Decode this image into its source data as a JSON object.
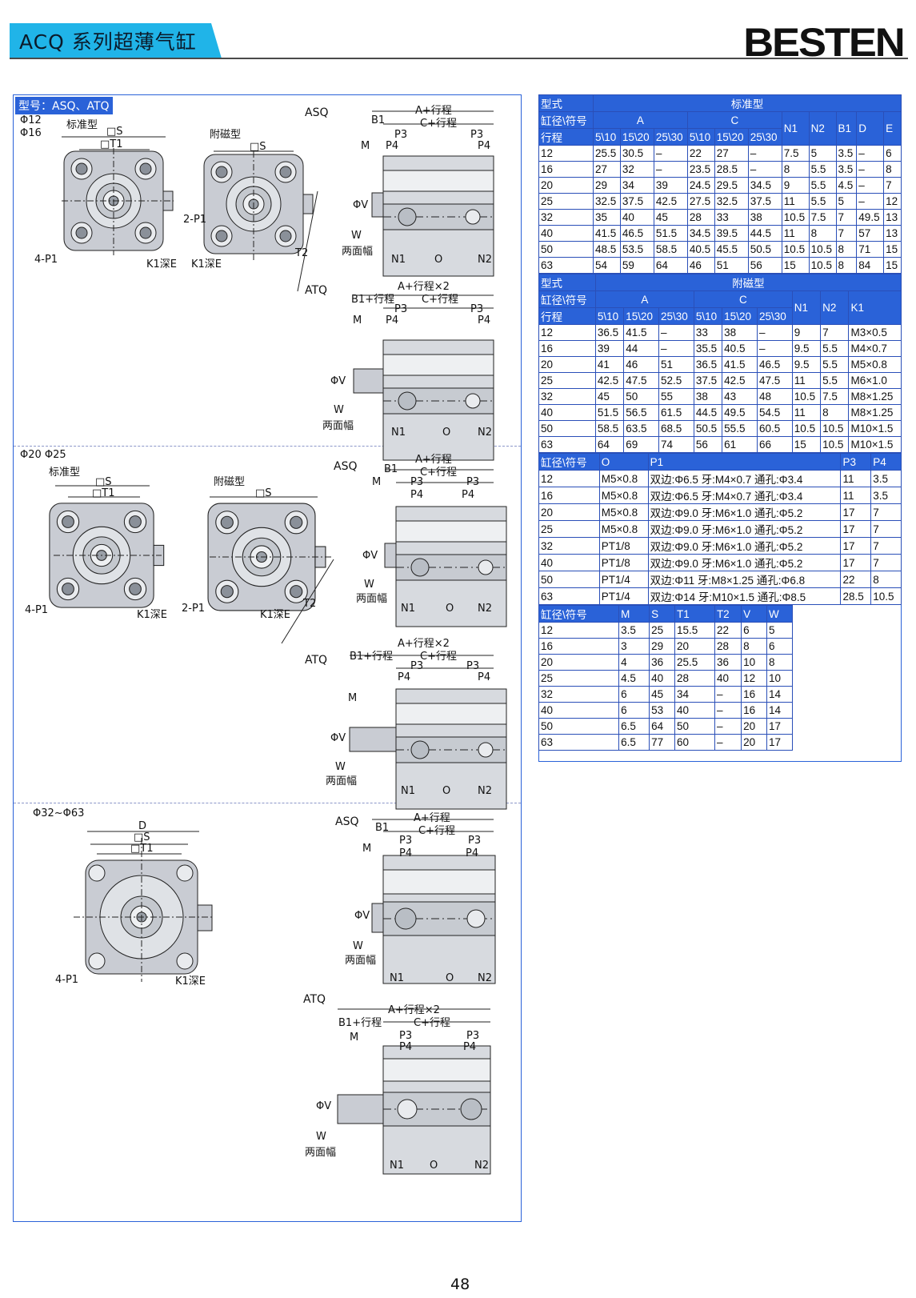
{
  "header": {
    "title": "ACQ 系列超薄气缸",
    "brand": "BESTEN"
  },
  "panel": {
    "model_label": "型号：ASQ、ATQ",
    "sections": [
      {
        "size_a": "Φ12",
        "size_b": "Φ16",
        "std": "标准型",
        "mag": "附磁型"
      },
      {
        "size_a": "Φ20  Φ25",
        "std": "标准型",
        "mag": "附磁型"
      },
      {
        "size_a": "Φ32~Φ63"
      }
    ],
    "labels": {
      "asq": "ASQ",
      "atq": "ATQ",
      "s": "□S",
      "t1": "□T1",
      "d": "D",
      "p1_4": "4-P1",
      "p1_2": "2-P1",
      "k1": "K1深E",
      "t2": "T2",
      "a_stroke": "A+行程",
      "c_stroke": "C+行程",
      "a_stroke2": "A+行程×2",
      "b1": "B1",
      "b1_stroke": "B1+行程",
      "p3": "P3",
      "p4": "P4",
      "m": "M",
      "v": "ΦV",
      "w": "W",
      "flats": "两面幅",
      "n1": "N1",
      "o": "O",
      "n2": "N2"
    }
  },
  "table_std": {
    "h1": [
      "型式",
      "标准型"
    ],
    "h2": [
      "缸径\\符号",
      "A",
      "C",
      "N1",
      "N2",
      "B1",
      "D",
      "E"
    ],
    "h3": [
      "行程",
      "5\\10",
      "15\\20",
      "25\\30",
      "5\\10",
      "15\\20",
      "25\\30"
    ],
    "rows": [
      [
        "12",
        "25.5",
        "30.5",
        "–",
        "22",
        "27",
        "–",
        "7.5",
        "5",
        "3.5",
        "–",
        "6"
      ],
      [
        "16",
        "27",
        "32",
        "–",
        "23.5",
        "28.5",
        "–",
        "8",
        "5.5",
        "3.5",
        "–",
        "8"
      ],
      [
        "20",
        "29",
        "34",
        "39",
        "24.5",
        "29.5",
        "34.5",
        "9",
        "5.5",
        "4.5",
        "–",
        "7"
      ],
      [
        "25",
        "32.5",
        "37.5",
        "42.5",
        "27.5",
        "32.5",
        "37.5",
        "11",
        "5.5",
        "5",
        "–",
        "12"
      ],
      [
        "32",
        "35",
        "40",
        "45",
        "28",
        "33",
        "38",
        "10.5",
        "7.5",
        "7",
        "49.5",
        "13"
      ],
      [
        "40",
        "41.5",
        "46.5",
        "51.5",
        "34.5",
        "39.5",
        "44.5",
        "11",
        "8",
        "7",
        "57",
        "13"
      ],
      [
        "50",
        "48.5",
        "53.5",
        "58.5",
        "40.5",
        "45.5",
        "50.5",
        "10.5",
        "10.5",
        "8",
        "71",
        "15"
      ],
      [
        "63",
        "54",
        "59",
        "64",
        "46",
        "51",
        "56",
        "15",
        "10.5",
        "8",
        "84",
        "15"
      ]
    ]
  },
  "table_mag": {
    "h1": [
      "型式",
      "附磁型"
    ],
    "h2": [
      "缸径\\符号",
      "A",
      "C",
      "N1",
      "N2",
      "K1"
    ],
    "h3": [
      "行程",
      "5\\10",
      "15\\20",
      "25\\30",
      "5\\10",
      "15\\20",
      "25\\30"
    ],
    "rows": [
      [
        "12",
        "36.5",
        "41.5",
        "–",
        "33",
        "38",
        "–",
        "9",
        "7",
        "M3×0.5"
      ],
      [
        "16",
        "39",
        "44",
        "–",
        "35.5",
        "40.5",
        "–",
        "9.5",
        "5.5",
        "M4×0.7"
      ],
      [
        "20",
        "41",
        "46",
        "51",
        "36.5",
        "41.5",
        "46.5",
        "9.5",
        "5.5",
        "M5×0.8"
      ],
      [
        "25",
        "42.5",
        "47.5",
        "52.5",
        "37.5",
        "42.5",
        "47.5",
        "11",
        "5.5",
        "M6×1.0"
      ],
      [
        "32",
        "45",
        "50",
        "55",
        "38",
        "43",
        "48",
        "10.5",
        "7.5",
        "M8×1.25"
      ],
      [
        "40",
        "51.5",
        "56.5",
        "61.5",
        "44.5",
        "49.5",
        "54.5",
        "11",
        "8",
        "M8×1.25"
      ],
      [
        "50",
        "58.5",
        "63.5",
        "68.5",
        "50.5",
        "55.5",
        "60.5",
        "10.5",
        "10.5",
        "M10×1.5"
      ],
      [
        "63",
        "64",
        "69",
        "74",
        "56",
        "61",
        "66",
        "15",
        "10.5",
        "M10×1.5"
      ]
    ]
  },
  "table_ports": {
    "head": [
      "缸径\\符号",
      "O",
      "P1",
      "P3",
      "P4"
    ],
    "rows": [
      [
        "12",
        "M5×0.8",
        "双边:Φ6.5 牙:M4×0.7 通孔:Φ3.4",
        "11",
        "3.5"
      ],
      [
        "16",
        "M5×0.8",
        "双边:Φ6.5 牙:M4×0.7 通孔:Φ3.4",
        "11",
        "3.5"
      ],
      [
        "20",
        "M5×0.8",
        "双边:Φ9.0 牙:M6×1.0 通孔:Φ5.2",
        "17",
        "7"
      ],
      [
        "25",
        "M5×0.8",
        "双边:Φ9.0 牙:M6×1.0 通孔:Φ5.2",
        "17",
        "7"
      ],
      [
        "32",
        "PT1/8",
        "双边:Φ9.0 牙:M6×1.0 通孔:Φ5.2",
        "17",
        "7"
      ],
      [
        "40",
        "PT1/8",
        "双边:Φ9.0 牙:M6×1.0 通孔:Φ5.2",
        "17",
        "7"
      ],
      [
        "50",
        "PT1/4",
        "双边:Φ11 牙:M8×1.25 通孔:Φ6.8",
        "22",
        "8"
      ],
      [
        "63",
        "PT1/4",
        "双边:Φ14 牙:M10×1.5 通孔:Φ8.5",
        "28.5",
        "10.5"
      ]
    ]
  },
  "table_dims": {
    "head": [
      "缸径\\符号",
      "M",
      "S",
      "T1",
      "T2",
      "V",
      "W"
    ],
    "rows": [
      [
        "12",
        "3.5",
        "25",
        "15.5",
        "22",
        "6",
        "5"
      ],
      [
        "16",
        "3",
        "29",
        "20",
        "28",
        "8",
        "6"
      ],
      [
        "20",
        "4",
        "36",
        "25.5",
        "36",
        "10",
        "8"
      ],
      [
        "25",
        "4.5",
        "40",
        "28",
        "40",
        "12",
        "10"
      ],
      [
        "32",
        "6",
        "45",
        "34",
        "–",
        "16",
        "14"
      ],
      [
        "40",
        "6",
        "53",
        "40",
        "–",
        "16",
        "14"
      ],
      [
        "50",
        "6.5",
        "64",
        "50",
        "–",
        "20",
        "17"
      ],
      [
        "63",
        "6.5",
        "77",
        "60",
        "–",
        "20",
        "17"
      ]
    ]
  },
  "page_number": "48"
}
